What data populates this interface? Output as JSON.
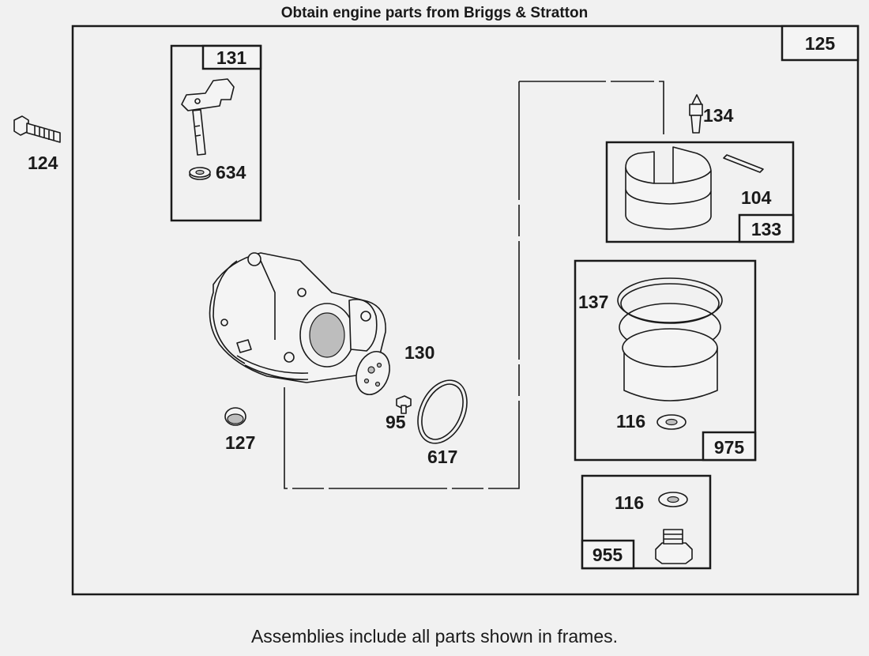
{
  "header": {
    "title": "Obtain engine parts from Briggs & Stratton"
  },
  "footer": {
    "note": "Assemblies include all parts shown in frames."
  },
  "labels": {
    "p124": "124",
    "p125": "125",
    "p131": "131",
    "p634": "634",
    "p134": "134",
    "p104": "104",
    "p133": "133",
    "p137": "137",
    "p116a": "116",
    "p975": "975",
    "p130": "130",
    "p95": "95",
    "p617": "617",
    "p127": "127",
    "p116b": "116",
    "p955": "955"
  }
}
